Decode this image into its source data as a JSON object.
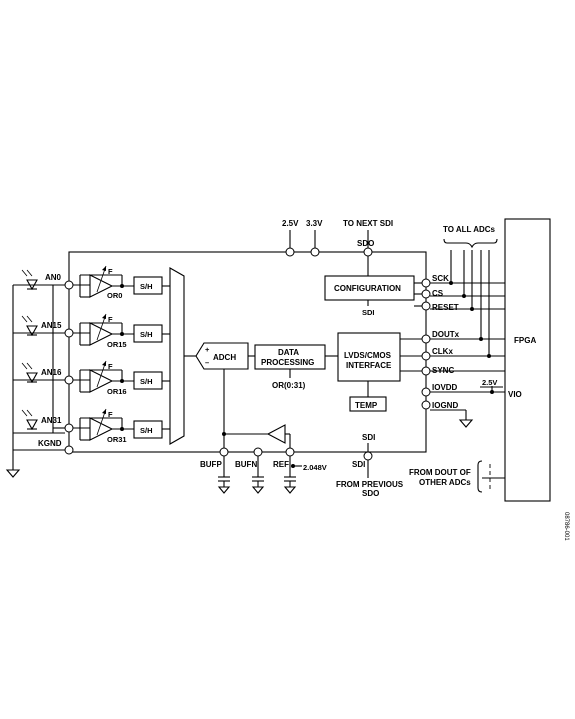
{
  "supplies": {
    "v25": "2.5V",
    "v33": "3.3V"
  },
  "top": {
    "to_next_sdi": "TO NEXT SDI",
    "sdo": "SDO",
    "to_all_adcs": "TO ALL ADCs"
  },
  "inputs": {
    "an0": "AN0",
    "an15": "AN15",
    "an16": "AN16",
    "an31": "AN31",
    "kgnd": "KGND",
    "amp_f": "F",
    "or0": "OR0",
    "or15": "OR15",
    "or16": "OR16",
    "or31": "OR31",
    "sh": "S/H"
  },
  "core": {
    "adch": "ADCH",
    "plus": "+",
    "minus": "–",
    "data_processing_1": "DATA",
    "data_processing_2": "PROCESSING",
    "or_bus": "OR(0:31)",
    "configuration": "CONFIGURATION",
    "sdi_config": "SDI",
    "lvds_1": "LVDS/CMOS",
    "lvds_2": "INTERFACE",
    "temp": "TEMP",
    "sdi_inner": "SDI"
  },
  "pins_right": {
    "sck": "SCK",
    "cs": "CS",
    "reset": "RESET",
    "doutx": "DOUTx",
    "clkx": "CLKx",
    "sync": "SYNC",
    "iovdd": "IOVDD",
    "iovdd_supply": "2.5V",
    "iognd": "IOGND"
  },
  "pins_bottom": {
    "bufp": "BUFP",
    "bufn": "BUFN",
    "ref": "REF",
    "ref_voltage": "2.048V",
    "sdi": "SDI",
    "from_prev_1": "FROM PREVIOUS",
    "from_prev_2": "SDO"
  },
  "fpga": {
    "label": "FPGA",
    "vio": "VIO"
  },
  "from_dout": {
    "line1": "FROM DOUT OF",
    "line2": "OTHER  ADCs"
  },
  "figure_id": "08786-001"
}
